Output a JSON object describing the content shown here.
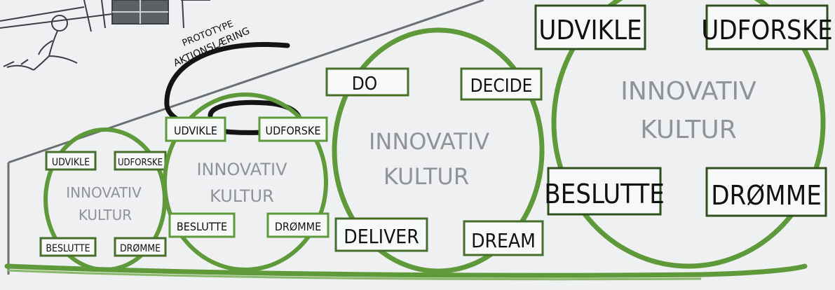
{
  "colors": {
    "board": "#eef0f1",
    "green": "#5f9a3a",
    "green_dark": "#456f2a",
    "ink": "#111111",
    "pencil": "#8e9499"
  },
  "annotation": {
    "line1": "PROTOTYPE",
    "line2": "AKTIONSLÆRING"
  },
  "circles": [
    {
      "center_lines": [
        "INNOVATIV",
        "KULTUR"
      ],
      "labels": [
        "UDVIKLE",
        "UDFORSKE",
        "BESLUTTE",
        "DRØMME"
      ]
    },
    {
      "center_lines": [
        "INNOVATIV",
        "KULTUR"
      ],
      "labels": [
        "UDVIKLE",
        "UDFORSKE",
        "BESLUTTE",
        "DRØMME"
      ]
    },
    {
      "center_lines": [
        "INNOVATIV",
        "KULTUR"
      ],
      "labels": [
        "DO",
        "DECIDE",
        "DELIVER",
        "DREAM"
      ]
    },
    {
      "center_lines": [
        "INNOVATIV",
        "KULTUR"
      ],
      "labels": [
        "UDVIKLE",
        "UDFORSKE",
        "BESLUTTE",
        "DRØMME"
      ]
    }
  ]
}
